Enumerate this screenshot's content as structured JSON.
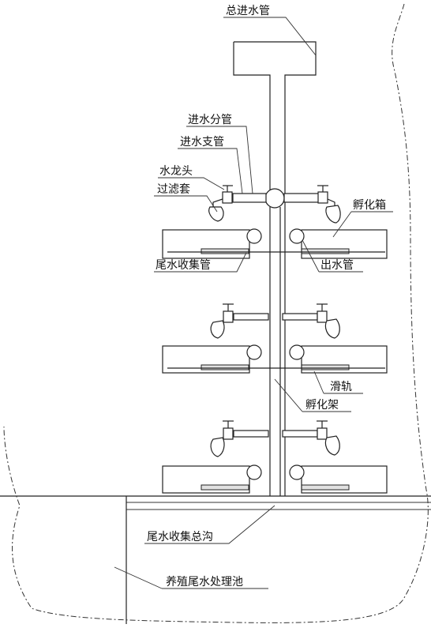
{
  "labels": {
    "main_inlet_pipe": "总进水管",
    "inlet_branch_pipe": "进水分管",
    "inlet_sub_pipe": "进水支管",
    "faucet": "水龙头",
    "filter_bag": "过滤套",
    "incubation_box": "孵化箱",
    "tail_water_collection_pipe": "尾水收集管",
    "outlet_pipe": "出水管",
    "slide_rail": "滑轨",
    "incubation_rack": "孵化架",
    "tail_water_main_ditch": "尾水收集总沟",
    "tail_water_treatment_pond": "养殖尾水处理池"
  }
}
